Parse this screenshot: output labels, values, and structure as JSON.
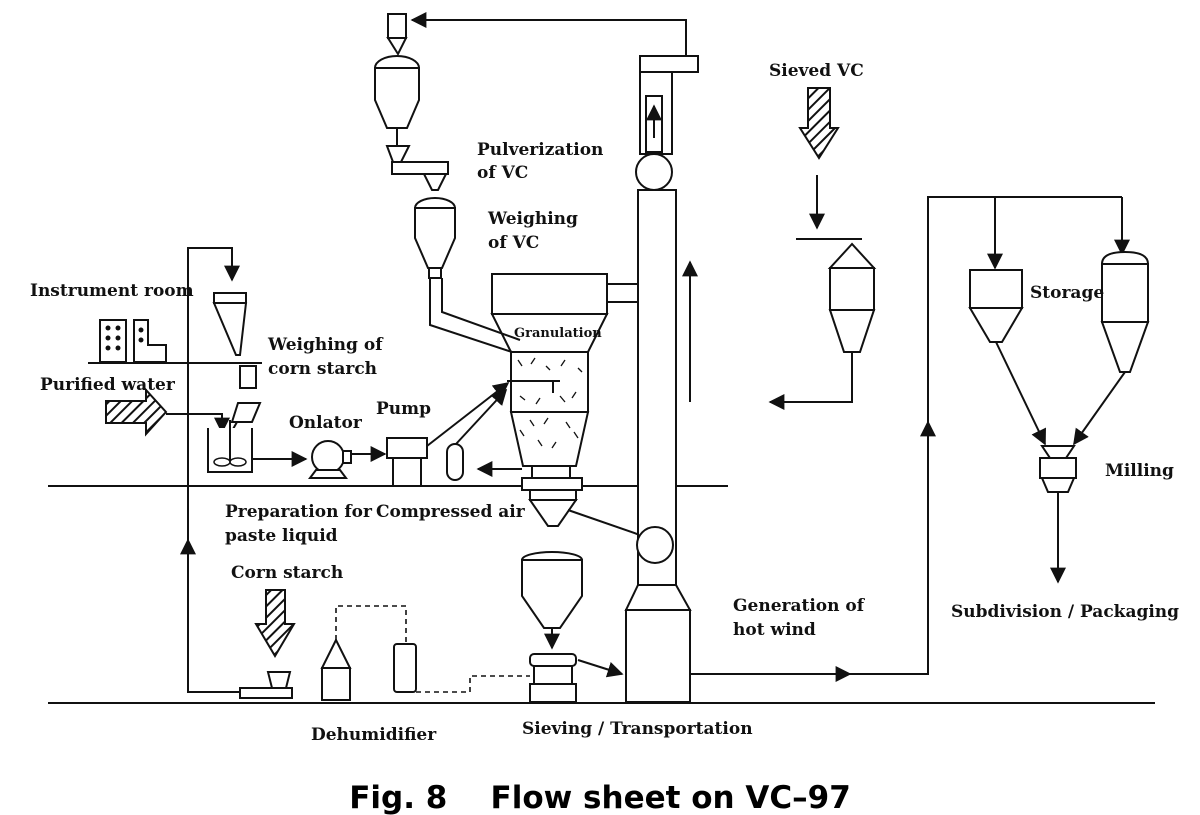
{
  "labels": {
    "sieved_vc": "Sieved VC",
    "pulverization_1": "Pulverization",
    "pulverization_2": "of VC",
    "weighing_vc_1": "Weighing",
    "weighing_vc_2": "of VC",
    "instrument_room": "Instrument room",
    "weighing_corn_1": "Weighing of",
    "weighing_corn_2": "corn starch",
    "granulation": "Granulation",
    "purified_water": "Purified water",
    "onlator": "Onlator",
    "pump": "Pump",
    "preparation_1": "Preparation for",
    "preparation_2": "paste liquid",
    "compressed_air": "Compressed air",
    "corn_starch": "Corn starch",
    "generation_1": "Generation of",
    "generation_2": "hot wind",
    "storage": "Storage",
    "milling": "Milling",
    "subdivision": "Subdivision / Packaging",
    "dehumidifier": "Dehumidifier",
    "sieving": "Sieving / Transportation"
  },
  "caption": "Fig. 8    Flow sheet on VC–97",
  "colors": {
    "line": "#111111",
    "background": "#ffffff"
  },
  "icons": [
    "hatched-arrow-icon",
    "pump-icon",
    "mixer-tank-icon",
    "cyclone-icon",
    "hopper-icon"
  ]
}
